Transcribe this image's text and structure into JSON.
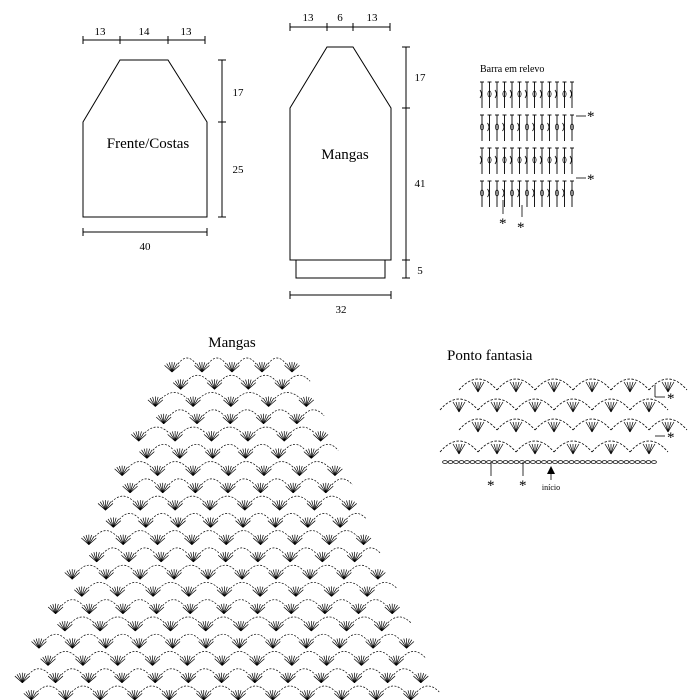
{
  "front_back": {
    "label": "Frente/Costas",
    "top_widths": [
      "13",
      "14",
      "13"
    ],
    "heights": [
      "17",
      "25"
    ],
    "width": "40"
  },
  "sleeve_schematic": {
    "label": "Mangas",
    "top_widths": [
      "13",
      "6",
      "13"
    ],
    "heights": [
      "17",
      "41",
      "5"
    ],
    "width": "32"
  },
  "relief_band": {
    "title": "Barra em relevo",
    "marker": "*"
  },
  "sleeve_chart": {
    "title": "Mangas"
  },
  "fancy_stitch": {
    "title": "Ponto fantasia",
    "start_label": "início",
    "marker": "*"
  },
  "colors": {
    "ink": "#000000",
    "background": "#ffffff"
  }
}
